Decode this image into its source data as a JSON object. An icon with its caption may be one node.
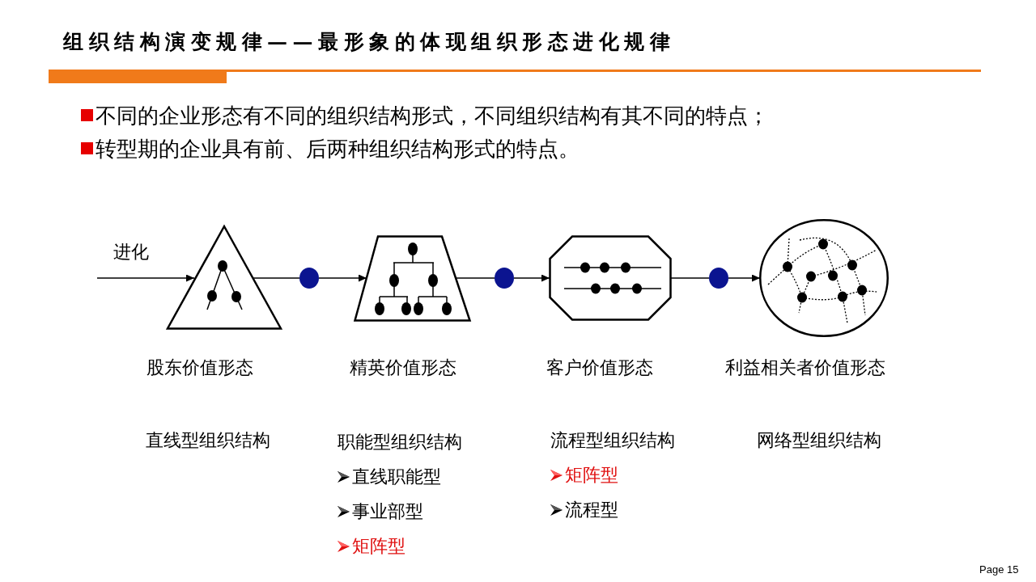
{
  "diagram": {
    "title": "组织结构演变规律——最形象的体现组织形态进化规律",
    "nodes": [
      {
        "text": [],
        "shape": "triangle",
        "beside": [
          "股东价值形态",
          "直线型组织结构"
        ]
      },
      {
        "text": [],
        "shape": "circle"
      },
      {
        "text": [],
        "shape": "trapezoid",
        "beside": [
          "精英价值形态",
          "职能型组织结构",
          "直线职能型",
          "事业部型",
          "矩阵型"
        ]
      },
      {
        "text": [],
        "shape": "circle"
      },
      {
        "text": [],
        "shape": "octagon",
        "beside": [
          "客户价值形态",
          "流程型组织结构",
          "矩阵型",
          "流程型"
        ]
      },
      {
        "text": [],
        "shape": "circle"
      },
      {
        "text": [],
        "shape": "circle",
        "beside": [
          "利益相关者价值形态",
          "网络型组织结构"
        ]
      }
    ],
    "edges": [
      {
        "from": null,
        "to": 0,
        "arrow": "to",
        "label": "进化"
      },
      {
        "from": 0,
        "to": 1,
        "arrow": "none"
      },
      {
        "from": 1,
        "to": 2,
        "arrow": "to"
      },
      {
        "from": 2,
        "to": 3,
        "arrow": "none"
      },
      {
        "from": 3,
        "to": 4,
        "arrow": "to"
      },
      {
        "from": 4,
        "to": 5,
        "arrow": "none"
      },
      {
        "from": 5,
        "to": 6,
        "arrow": "to"
      }
    ],
    "labels": [
      "不同的企业形态有不同的组织结构形式，不同组织结构有其不同的特点；",
      "转型期的企业具有前、后两种组织结构形式的特点。",
      "Page 15"
    ]
  }
}
